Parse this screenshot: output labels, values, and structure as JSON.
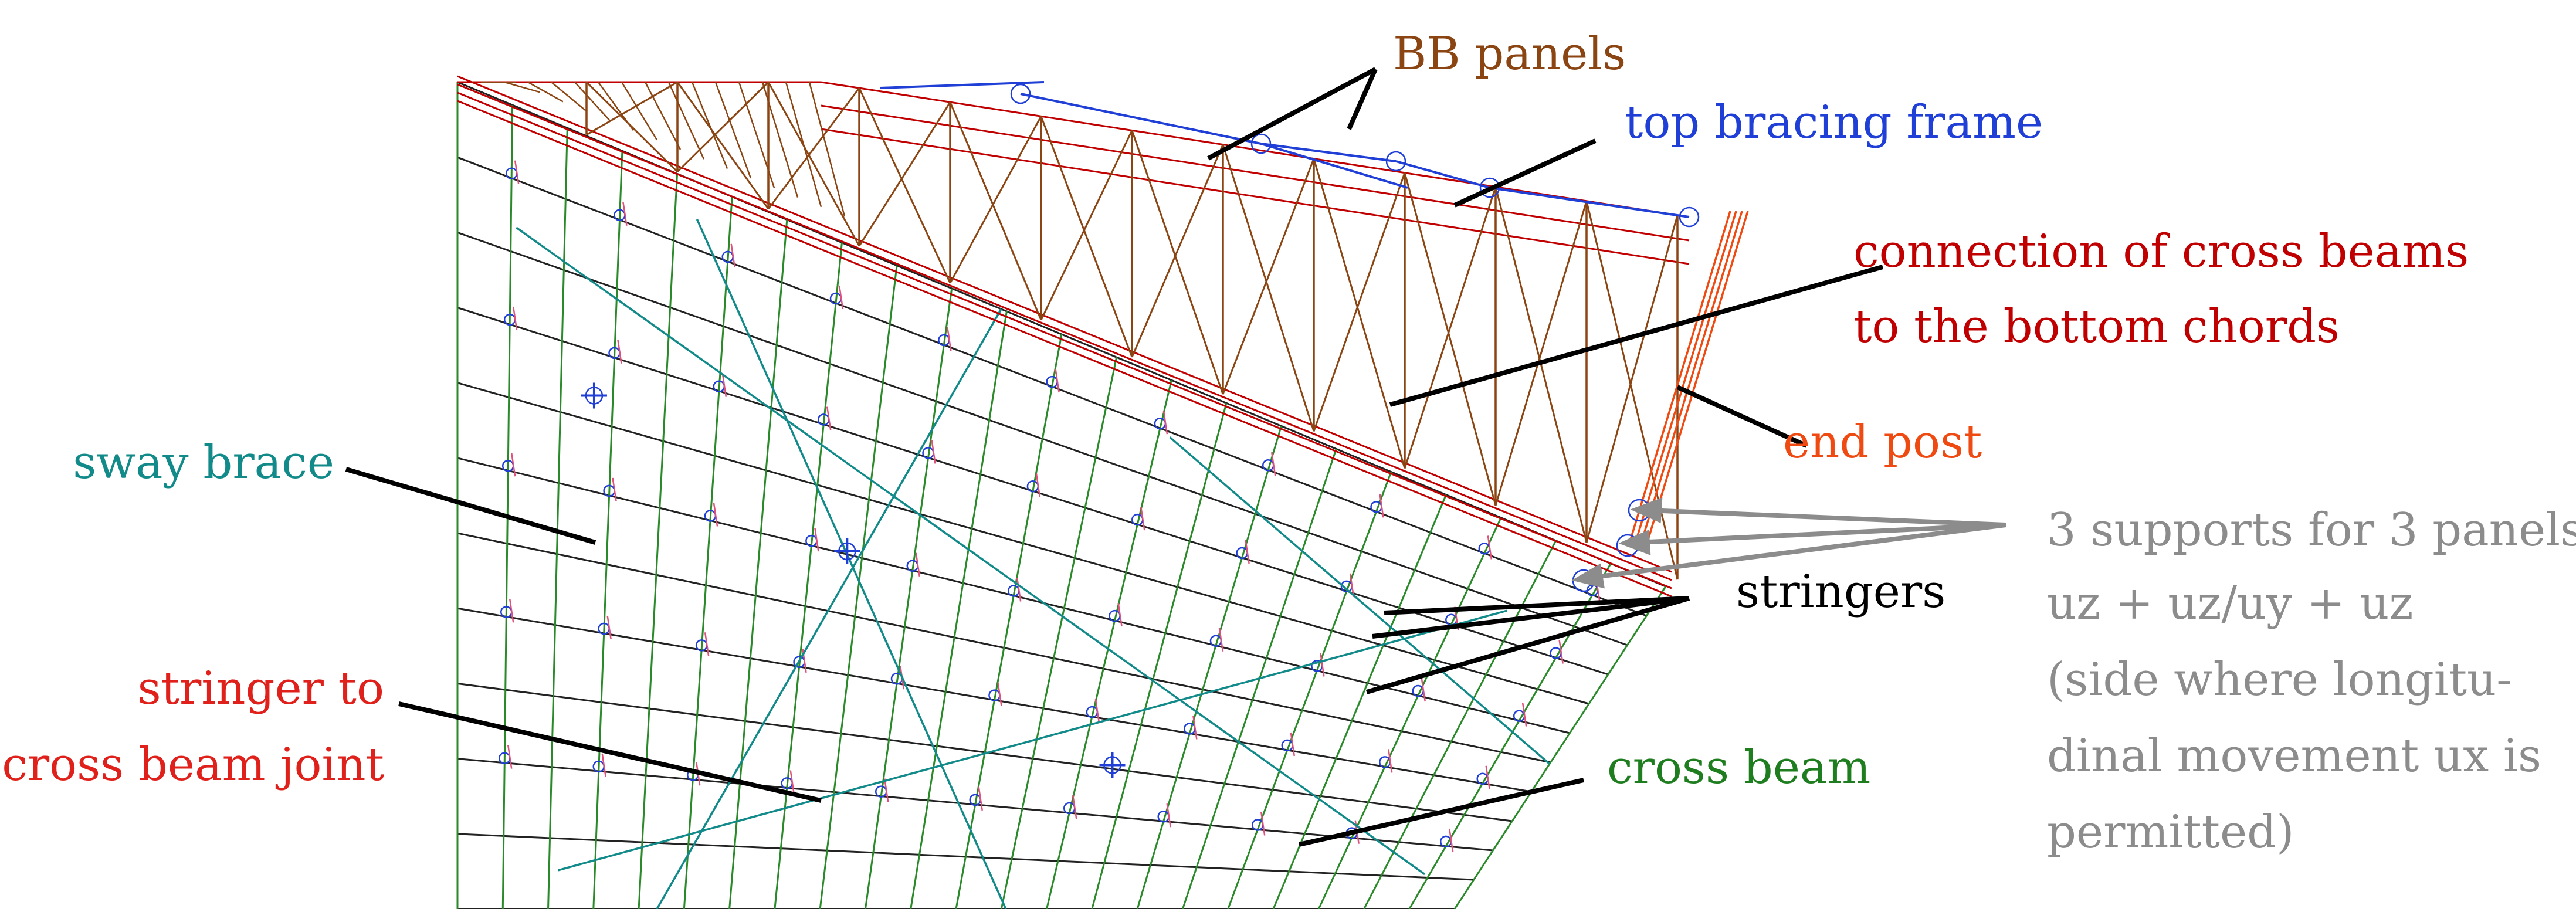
{
  "colors": {
    "bb": "#8B4513",
    "topbrace": "#1f3fd6",
    "red": "#c00000",
    "endpost": "#ee4a12",
    "teal": "#138a8a",
    "black": "#000000",
    "green": "#1e7d1e",
    "gray": "#8c8c8c",
    "stringer": "#222222",
    "crossbeam": "#2a8a2a",
    "pink": "#e0507a"
  },
  "labels": {
    "bb_panels": "BB panels",
    "top_bracing_frame": "top bracing frame",
    "connection_line1": "connection of cross beams",
    "connection_line2": "to the bottom chords",
    "end_post": "end post",
    "sway_brace": "sway brace",
    "stringers": "stringers",
    "stringer_joint_line1": "stringer to",
    "stringer_joint_line2": "cross beam joint",
    "cross_beam": "cross beam"
  },
  "supports": {
    "line1": "3 supports for 3 panels",
    "line2": "uz + uz/uy + uz",
    "line3": "(side where longitu-",
    "line4": "dinal movement ux is",
    "line5": "permitted)"
  }
}
